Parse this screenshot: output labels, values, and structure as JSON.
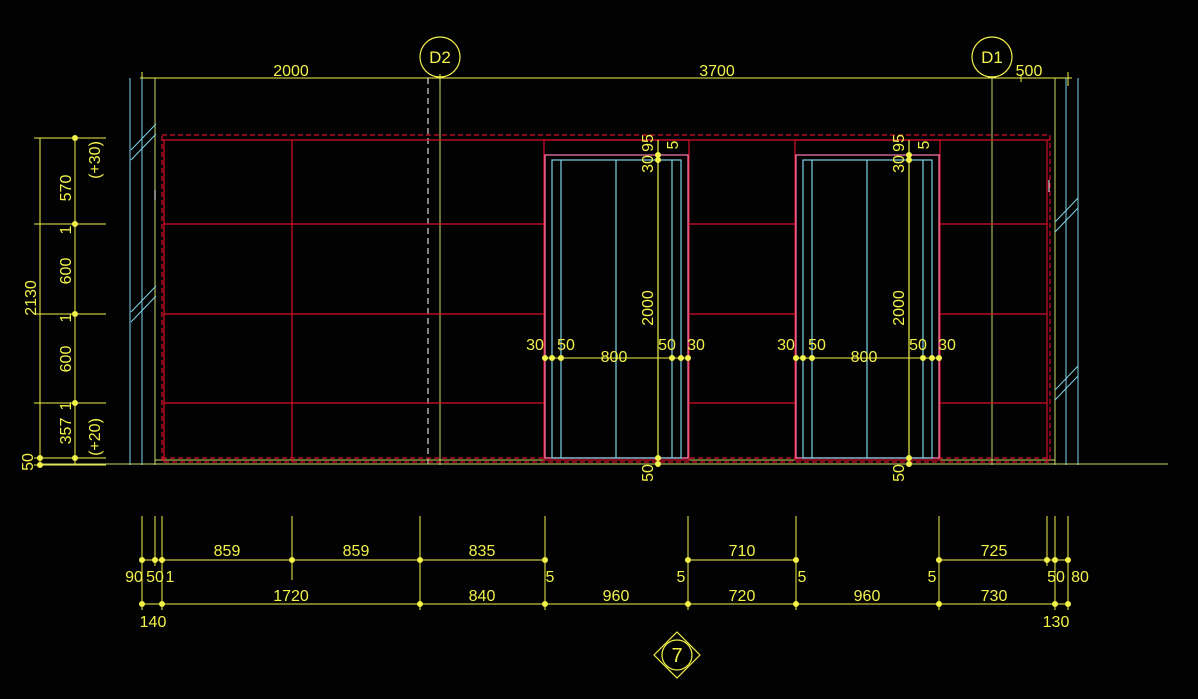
{
  "drawing": {
    "grid_labels": [
      "D2",
      "D1"
    ],
    "top_dims": [
      "2000",
      "3700",
      "500"
    ],
    "left_dims": [
      "570",
      "(+30)",
      "1",
      "600",
      "1",
      "600",
      "1",
      "357",
      "(+20)",
      "50",
      "2130"
    ],
    "door_left": {
      "top": [
        "30",
        "95",
        "5"
      ],
      "height": "2000",
      "width": [
        "30",
        "50",
        "800",
        "50",
        "30"
      ],
      "bottom": "50"
    },
    "door_right": {
      "top": [
        "30",
        "95",
        "5"
      ],
      "height": "2000",
      "width": [
        "30",
        "50",
        "800",
        "50",
        "30"
      ],
      "bottom": "50"
    },
    "bottom_row1": [
      "90",
      "50",
      "1",
      "859",
      "859",
      "835",
      "5",
      "5",
      "710",
      "5",
      "5",
      "725",
      "50",
      "80"
    ],
    "bottom_row2": [
      "1720",
      "840",
      "960",
      "720",
      "960",
      "730",
      "140",
      "130"
    ],
    "section_mark": "7",
    "colors": {
      "background": "#000000",
      "dimension": "#f2f24a",
      "panel_line": "#d6102a",
      "frame_cyan": "#7fd3e8",
      "grid_line": "#c8d86a",
      "white": "#ffffff"
    }
  }
}
